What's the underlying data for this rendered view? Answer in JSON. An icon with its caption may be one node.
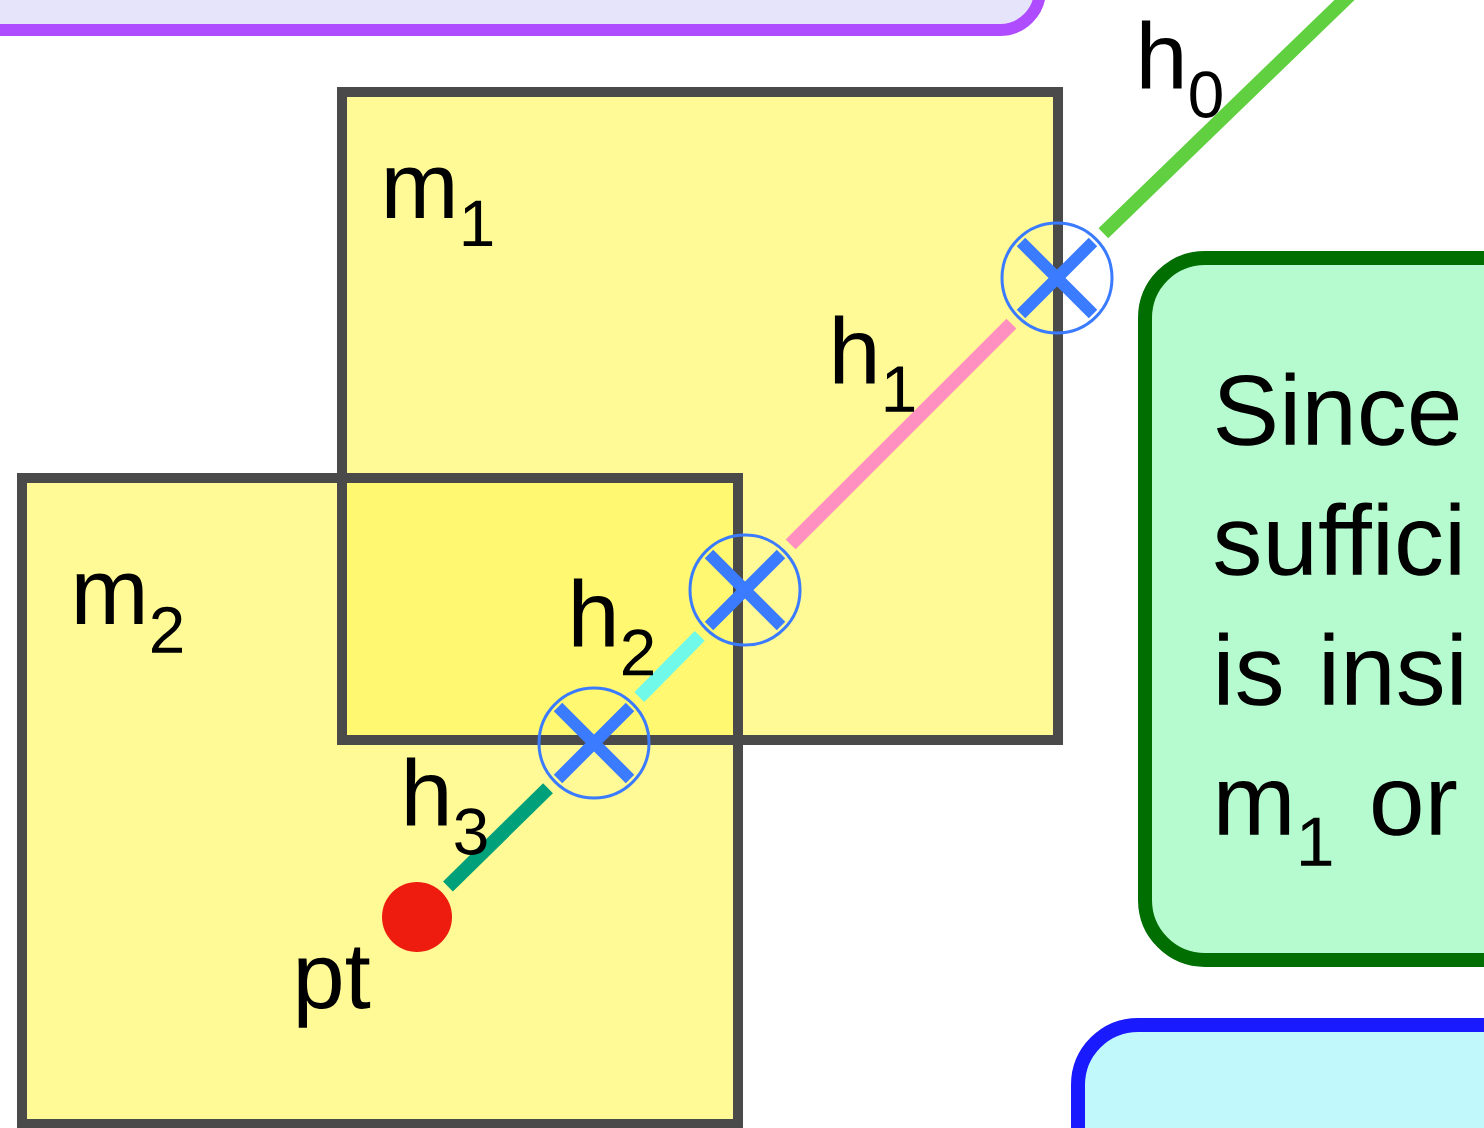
{
  "diagram": {
    "nodes": [
      {
        "text": [],
        "shape": "box"
      },
      {
        "text": [
          "m$_{1}$"
        ]
      },
      {
        "text": [
          "m$_{2}$"
        ]
      },
      {
        "text": [
          "Since suffici is insi m$_{1}$ or"
        ]
      },
      {
        "text": [],
        "shape": "box"
      },
      {
        "text": [],
        "shape": "circle",
        "beside": [
          "pt"
        ],
        "in": 2
      },
      {
        "text": [],
        "shape": "circle",
        "in": 2
      },
      {
        "text": [],
        "shape": "circle",
        "in": 1
      },
      {
        "text": [],
        "shape": "circle"
      }
    ],
    "edges": [
      {
        "from": 5,
        "to": 6,
        "arrow": "none",
        "label": "h$_{3}$",
        "color": "#00a07a"
      },
      {
        "from": 6,
        "to": 7,
        "arrow": "none",
        "label": "h$_{2}$",
        "color": "#70f8e8"
      },
      {
        "from": 7,
        "to": 8,
        "arrow": "none",
        "label": "h$_{1}$",
        "color": "#ff90c0"
      },
      {
        "from": 8,
        "to": null,
        "arrow": "none",
        "label": "h$_{0}$",
        "color": "#60d040"
      }
    ]
  }
}
